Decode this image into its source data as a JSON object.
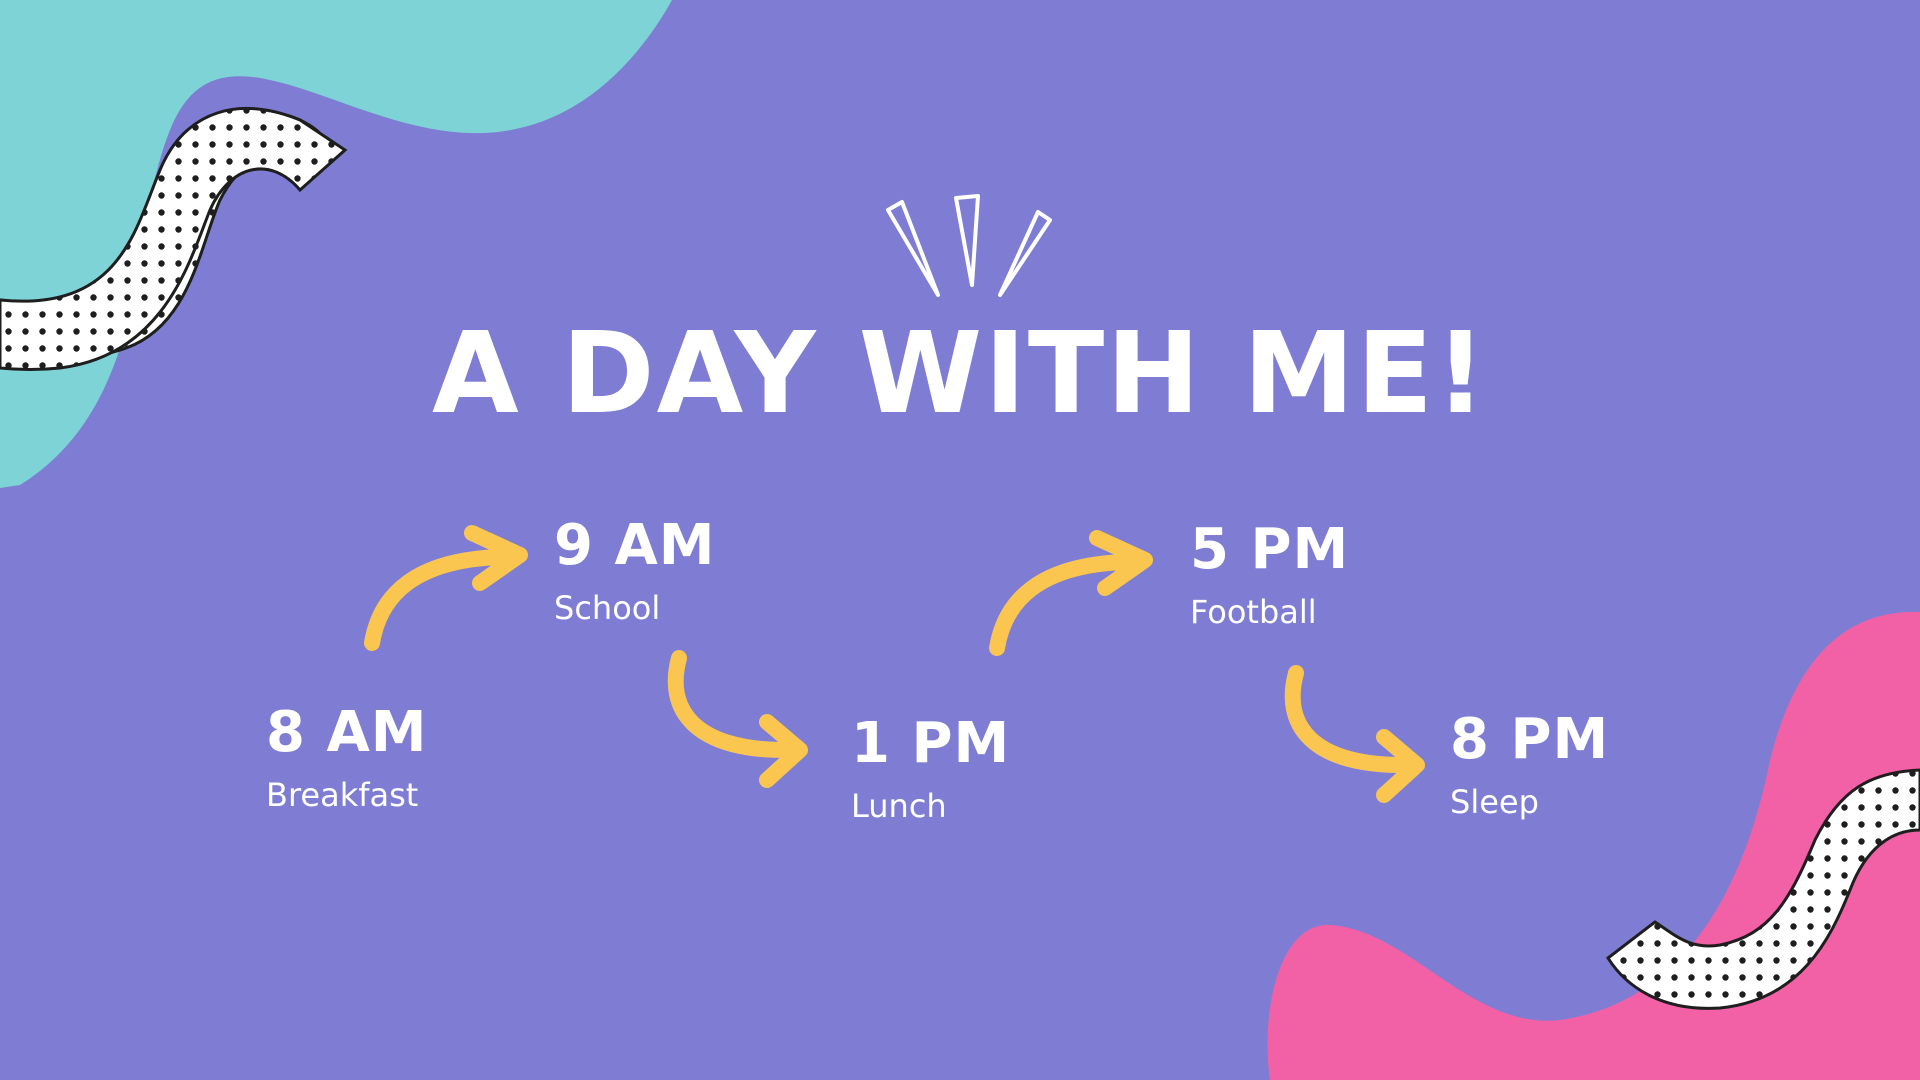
{
  "title": "A DAY WITH ME!",
  "colors": {
    "background": "#7e7dd3",
    "teal_blob": "#7dd3d6",
    "pink_blob": "#f260a6",
    "arrow": "#fbc650",
    "text": "#ffffff",
    "squiggle_fill": "#ffffff",
    "squiggle_dots": "#1e1e1e"
  },
  "icons": {
    "arrow": "curved-arrow-icon",
    "sparks": "sparkle-lines-icon"
  },
  "events": [
    {
      "time": "8 AM",
      "activity": "Breakfast"
    },
    {
      "time": "9 AM",
      "activity": "School"
    },
    {
      "time": "1 PM",
      "activity": "Lunch"
    },
    {
      "time": "5 PM",
      "activity": "Football"
    },
    {
      "time": "8 PM",
      "activity": "Sleep"
    }
  ]
}
